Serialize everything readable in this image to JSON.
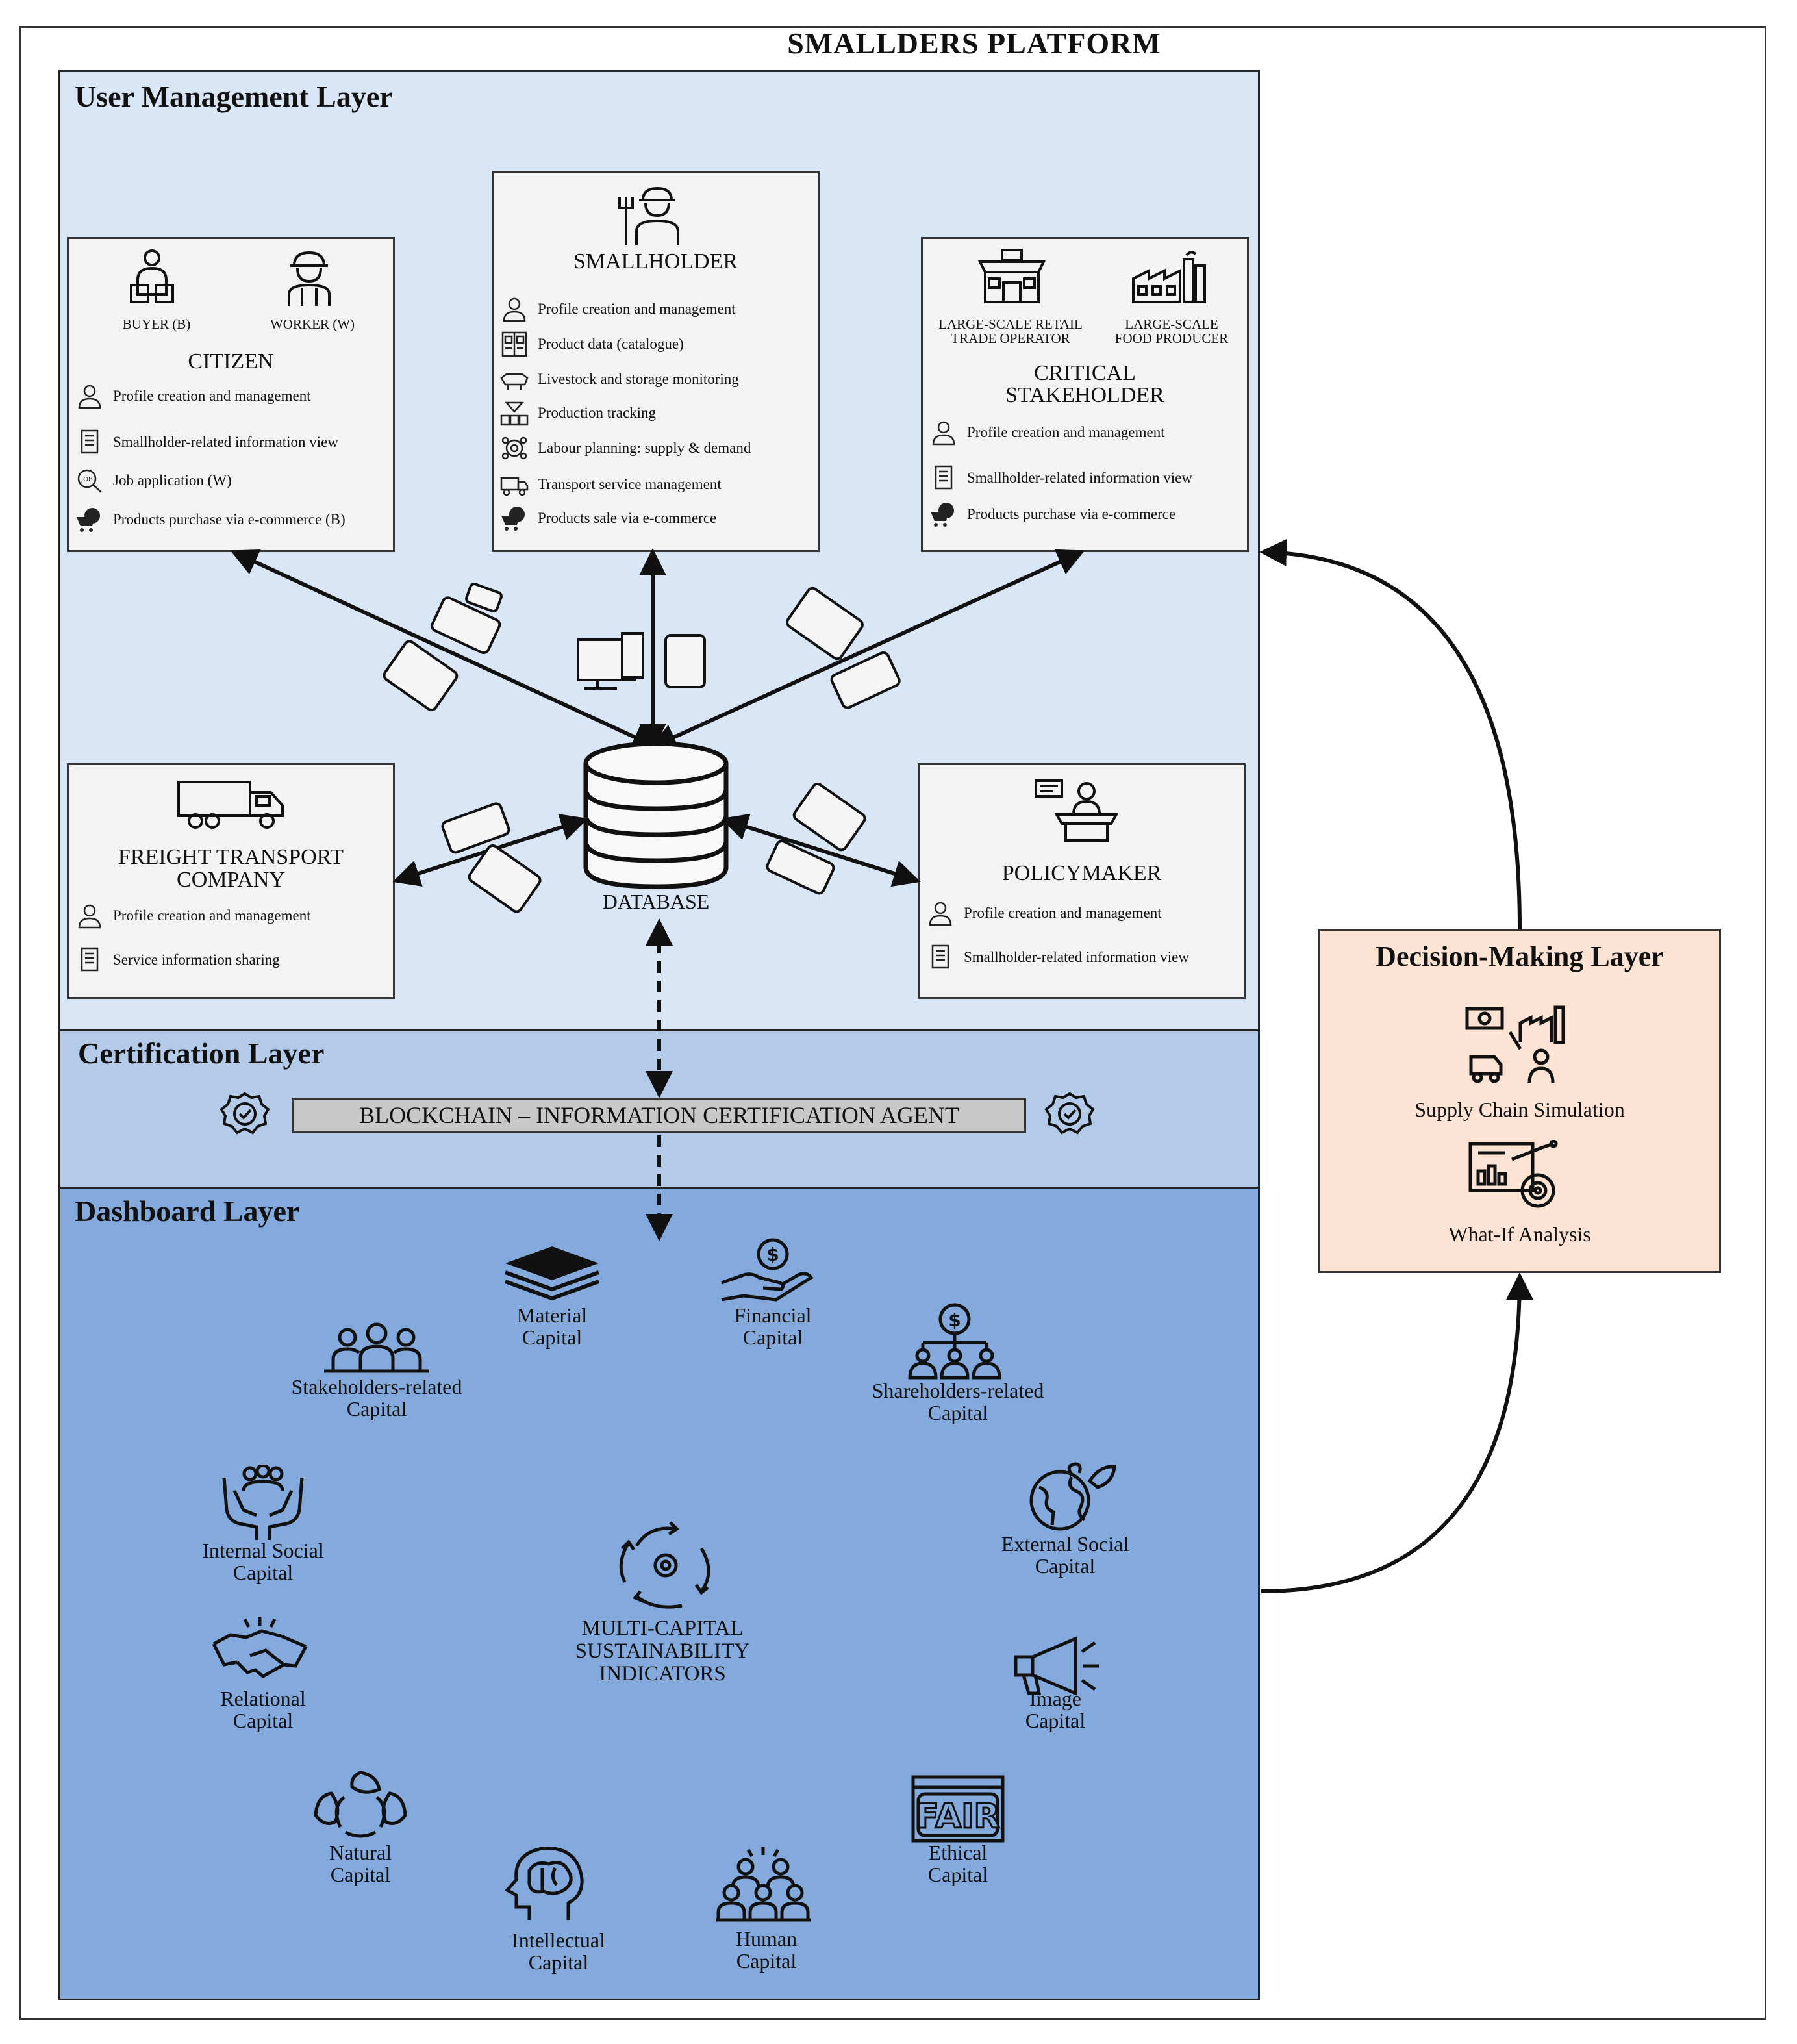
{
  "platform_title": "SMALLDERS PLATFORM",
  "layers": {
    "user_management": "User Management Layer",
    "certification": "Certification Layer",
    "dashboard": "Dashboard Layer",
    "decision_making": "Decision-Making Layer"
  },
  "citizen": {
    "buyer_label": "BUYER (B)",
    "worker_label": "WORKER (W)",
    "title": "CITIZEN",
    "items": [
      "Profile creation and management",
      "Smallholder-related information view",
      "Job application (W)",
      "Products purchase via e-commerce (B)"
    ]
  },
  "smallholder": {
    "title": "SMALLHOLDER",
    "items": [
      "Profile creation and management",
      "Product data (catalogue)",
      "Livestock and storage monitoring",
      "Production tracking",
      "Labour planning: supply & demand",
      "Transport service management",
      "Products sale via e-commerce"
    ]
  },
  "critical": {
    "retail_label_1": "LARGE-SCALE RETAIL",
    "retail_label_2": "TRADE OPERATOR",
    "producer_label_1": "LARGE-SCALE",
    "producer_label_2": "FOOD PRODUCER",
    "title_1": "CRITICAL",
    "title_2": "STAKEHOLDER",
    "items": [
      "Profile creation and management",
      "Smallholder-related information view",
      "Products purchase via e-commerce"
    ]
  },
  "freight": {
    "title_1": "FREIGHT TRANSPORT",
    "title_2": "COMPANY",
    "items": [
      "Profile creation and management",
      "Service information sharing"
    ]
  },
  "policymaker": {
    "title": "POLICYMAKER",
    "items": [
      "Profile creation and management",
      "Smallholder-related information view"
    ]
  },
  "database_label": "DATABASE",
  "certification_agent": "BLOCKCHAIN – INFORMATION CERTIFICATION AGENT",
  "dashboard": {
    "center_1": "MULTI-CAPITAL",
    "center_2": "SUSTAINABILITY",
    "center_3": "INDICATORS",
    "capitals": {
      "material": [
        "Material",
        "Capital"
      ],
      "financial": [
        "Financial",
        "Capital"
      ],
      "stakeholders": [
        "Stakeholders-related",
        "Capital"
      ],
      "shareholders": [
        "Shareholders-related",
        "Capital"
      ],
      "internal_social": [
        "Internal Social",
        "Capital"
      ],
      "external_social": [
        "External Social",
        "Capital"
      ],
      "relational": [
        "Relational",
        "Capital"
      ],
      "image": [
        "Image",
        "Capital"
      ],
      "natural": [
        "Natural",
        "Capital"
      ],
      "ethical": [
        "Ethical",
        "Capital"
      ],
      "intellectual": [
        "Intellectual",
        "Capital"
      ],
      "human": [
        "Human",
        "Capital"
      ]
    },
    "fair_text": "FAIR"
  },
  "decision": {
    "supply_chain": "Supply Chain Simulation",
    "what_if": "What-If Analysis"
  },
  "colors": {
    "user_layer": "#d9e6f5",
    "cert_layer": "#b3cbe9",
    "dash_layer": "#84aadd",
    "decision_layer": "#fce3d4",
    "box": "#f3f3f3"
  }
}
